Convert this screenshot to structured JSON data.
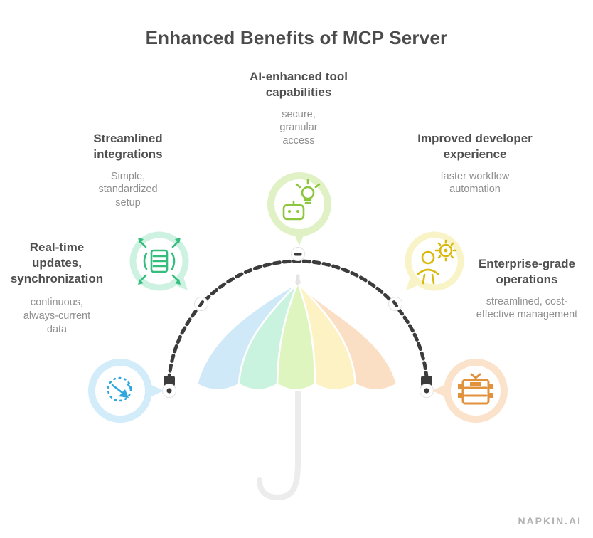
{
  "title": "Enhanced Benefits of MCP Server",
  "watermark": "NAPKIN.AI",
  "colors": {
    "heading_text": "#4f4f4f",
    "sub_text": "#8f8f8f",
    "arc": "#3c3c3c",
    "umbrella_pole": "#ececec",
    "umbrella_panels": [
      "#cfe9f8",
      "#c9f3de",
      "#def5c0",
      "#fdf2c3",
      "#fbdfc5"
    ]
  },
  "benefits": [
    {
      "id": "ai-capabilities",
      "heading": "AI-enhanced tool capabilities",
      "sub": "secure, granular access",
      "icon": "robot-idea-icon",
      "accent": "#8cc63e",
      "ring": "#e1f1c6"
    },
    {
      "id": "integrations",
      "heading": "Streamlined integrations",
      "sub": "Simple, standardized setup",
      "icon": "scale-out-icon",
      "accent": "#34bd7e",
      "ring": "#cdf2e2"
    },
    {
      "id": "developer-experience",
      "heading": "Improved developer experience",
      "sub": "faster workflow automation",
      "icon": "person-gear-icon",
      "accent": "#d9b90e",
      "ring": "#f9f3c8"
    },
    {
      "id": "real-time-updates",
      "heading": "Real-time updates, synchronization",
      "sub": "continuous, always-current data",
      "icon": "sync-icon",
      "accent": "#2ea6de",
      "ring": "#d3ecfa"
    },
    {
      "id": "enterprise-operations",
      "heading": "Enterprise-grade operations",
      "sub": "streamlined, cost-effective management",
      "icon": "server-rack-icon",
      "accent": "#e2923d",
      "ring": "#fbe3cb"
    }
  ]
}
